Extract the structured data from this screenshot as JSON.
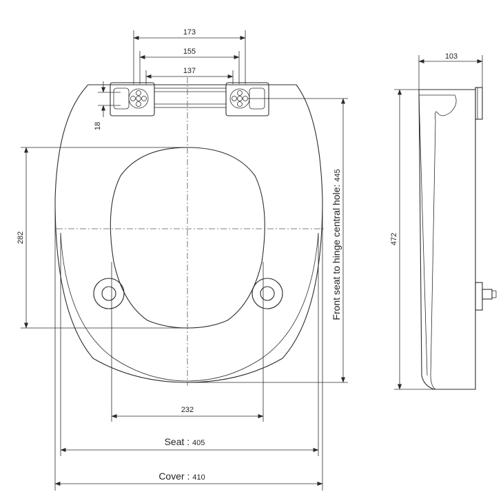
{
  "dimensions": {
    "hinge_outer": "173",
    "hinge_mid": "155",
    "hinge_inner": "137",
    "hinge_height": "18",
    "opening_length": "282",
    "front_to_hinge_label": "Front seat to hinge central hole: ",
    "front_to_hinge_value": "445",
    "foot_spacing": "232",
    "seat_label": "Seat : ",
    "seat_value": "405",
    "cover_label": "Cover : ",
    "cover_value": "410",
    "side_depth": "103",
    "side_length": "472"
  }
}
